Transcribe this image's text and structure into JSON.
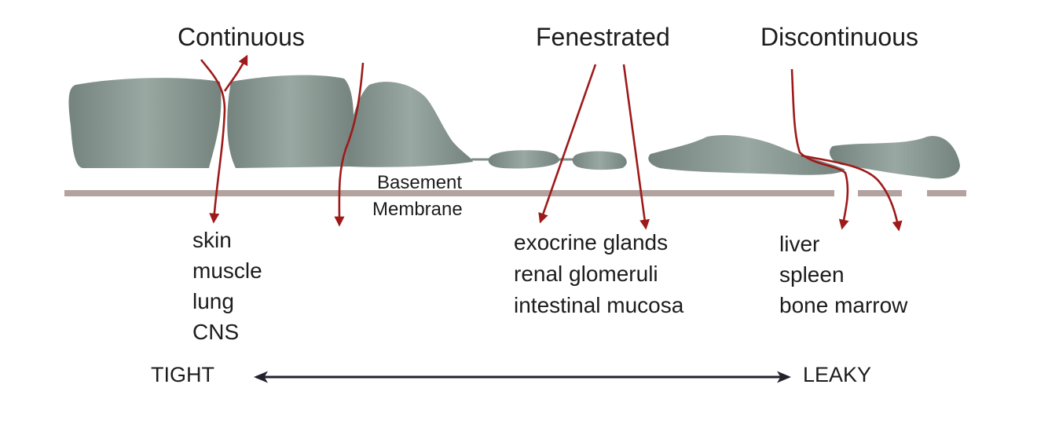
{
  "types": {
    "continuous": "Continuous",
    "fenestrated": "Fenestrated",
    "discontinuous": "Discontinuous"
  },
  "basement_membrane": [
    "Basement",
    "Membrane"
  ],
  "tissues": {
    "continuous": [
      "skin",
      "muscle",
      "lung",
      "CNS"
    ],
    "fenestrated": [
      "exocrine glands",
      "renal glomeruli",
      "intestinal mucosa"
    ],
    "discontinuous": [
      "liver",
      "spleen",
      "bone marrow"
    ]
  },
  "scale": {
    "left": "TIGHT",
    "right": "LEAKY"
  },
  "colors": {
    "cell": "#7f8d88",
    "cell_highlight": "#9aa8a3",
    "membrane": "#b3a39f",
    "arrow": "#9e1a1a",
    "scale_arrow": "#22222e",
    "text": "#1c1c1c"
  }
}
